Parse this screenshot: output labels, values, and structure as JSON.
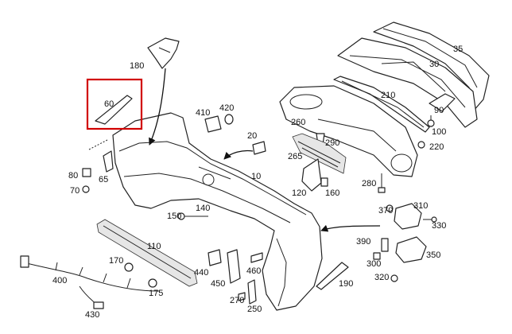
{
  "highlight_color": "#d10000",
  "watermark": "",
  "labels": {
    "p10": "10",
    "p20": "20",
    "p30": "30",
    "p35": "35",
    "p60": "60",
    "p65": "65",
    "p70": "70",
    "p80": "80",
    "p90": "90",
    "p100": "100",
    "p110": "110",
    "p120": "120",
    "p140": "140",
    "p150": "150",
    "p160": "160",
    "p170": "170",
    "p175": "175",
    "p180": "180",
    "p190": "190",
    "p210": "210",
    "p220": "220",
    "p250": "250",
    "p260": "260",
    "p265": "265",
    "p270": "270",
    "p280": "280",
    "p290": "290",
    "p300": "300",
    "p310": "310",
    "p320": "320",
    "p330": "330",
    "p350": "350",
    "p370": "370",
    "p390": "390",
    "p400": "400",
    "p410": "410",
    "p420": "420",
    "p430": "430",
    "p440": "440",
    "p450": "450",
    "p460": "460"
  }
}
